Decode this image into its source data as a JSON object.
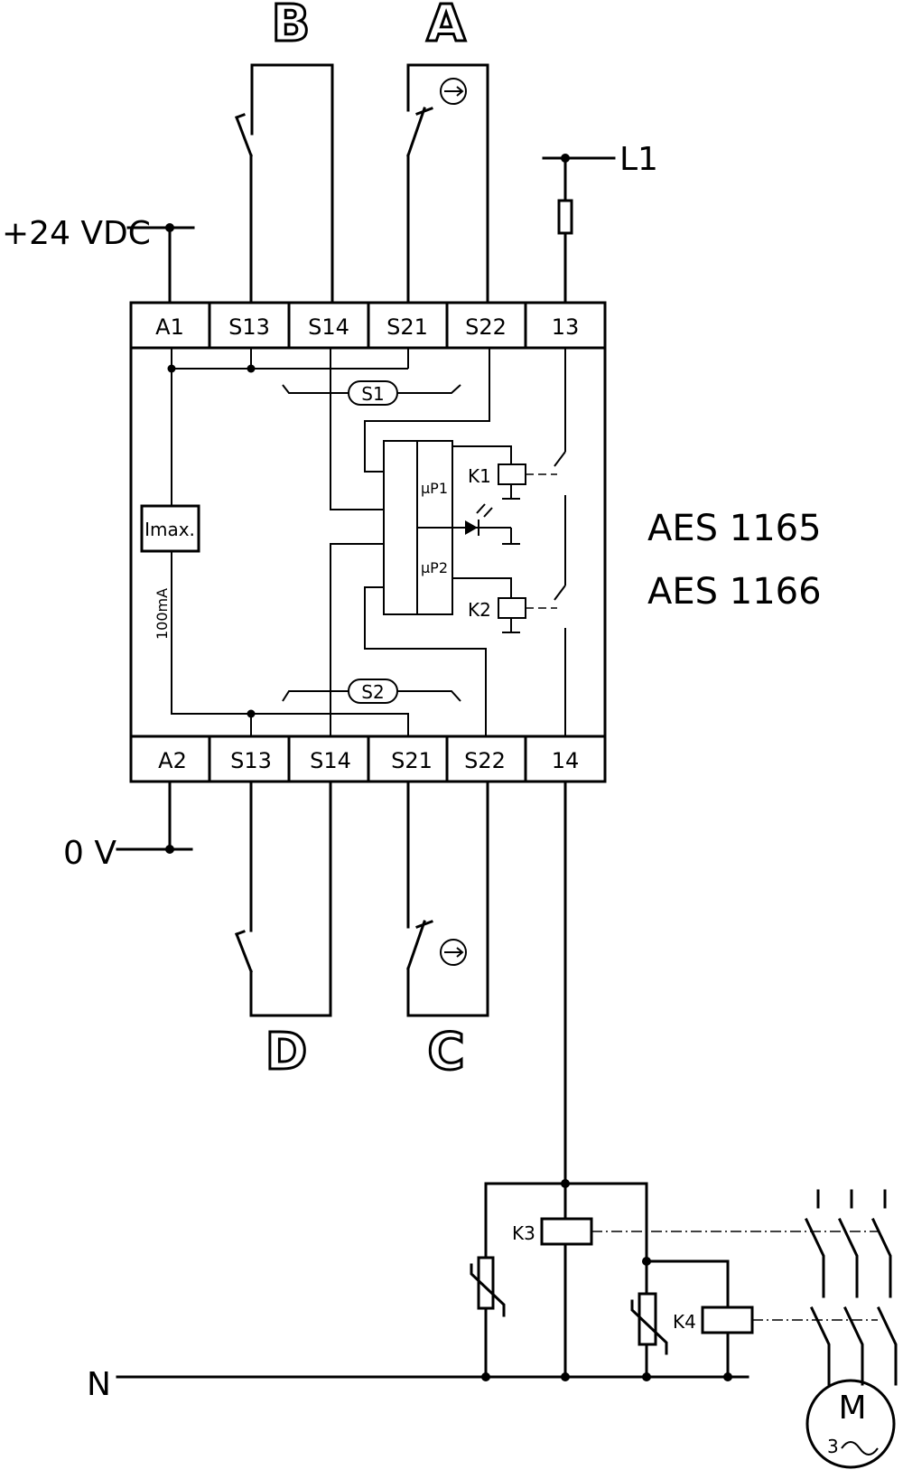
{
  "side_labels": {
    "supply_pos": "+24 VDC",
    "supply_neg": "0 V",
    "phase": "L1",
    "neutral": "N"
  },
  "inputs": {
    "a": "A",
    "b": "B",
    "c": "C",
    "d": "D"
  },
  "terminals_top": [
    "A1",
    "S13",
    "S14",
    "S21",
    "S22",
    "13"
  ],
  "terminals_bottom": [
    "A2",
    "S13",
    "S14",
    "S21",
    "S22",
    "14"
  ],
  "internal": {
    "current_limiter": "Imax.",
    "current_rating": "100mA",
    "switch_1": "S1",
    "switch_2": "S2",
    "processor_1": "µP1",
    "processor_2": "µP2",
    "relay_1": "K1",
    "relay_2": "K2"
  },
  "external": {
    "contactor_1": "K3",
    "contactor_2": "K4",
    "motor": "M",
    "motor_phases": "3"
  },
  "models": [
    "AES 1165",
    "AES 1166"
  ]
}
